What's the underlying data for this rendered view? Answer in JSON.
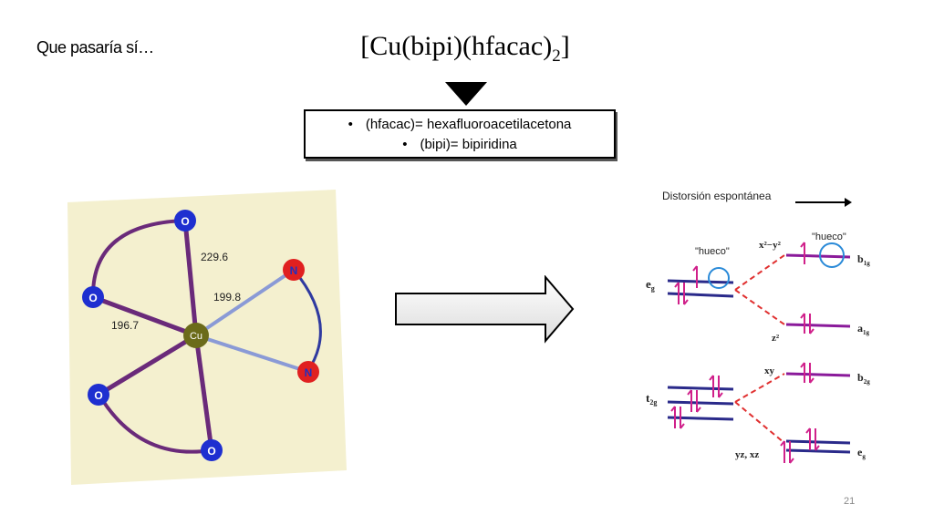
{
  "slide": {
    "question": "Que pasaría sí…",
    "title_main": "[Cu(bipi)(hfacac)",
    "title_sub": "2",
    "title_close": "]",
    "definitions": [
      "(hfacac)= hexafluoroacetilacetona",
      "(bipi)= bipiridina"
    ],
    "page_number": "21"
  },
  "structure": {
    "center_label": "Cu",
    "atom_labels": {
      "o1": "O",
      "o2": "O",
      "o3": "O",
      "o4": "O",
      "n1": "N",
      "n2": "N"
    },
    "bond_lengths": {
      "b1": "229.6",
      "b2": "199.8",
      "b3": "196.7"
    }
  },
  "energy": {
    "title": "Distorsión espontánea",
    "hueco_left": "\"hueco\"",
    "hueco_right": "\"hueco\"",
    "labels": {
      "eg": "e",
      "eg_sub": "g",
      "t2g": "t",
      "t2g_sub": "2g",
      "b1g": "b",
      "b1g_sub": "1g",
      "a1g": "a",
      "a1g_sub": "1g",
      "b2g": "b",
      "b2g_sub": "2g",
      "eg2": "e",
      "eg2_sub": "g",
      "x2y2": "x²−y²",
      "z2": "z²",
      "xy": "xy",
      "yzxz": "yz, xz"
    }
  }
}
